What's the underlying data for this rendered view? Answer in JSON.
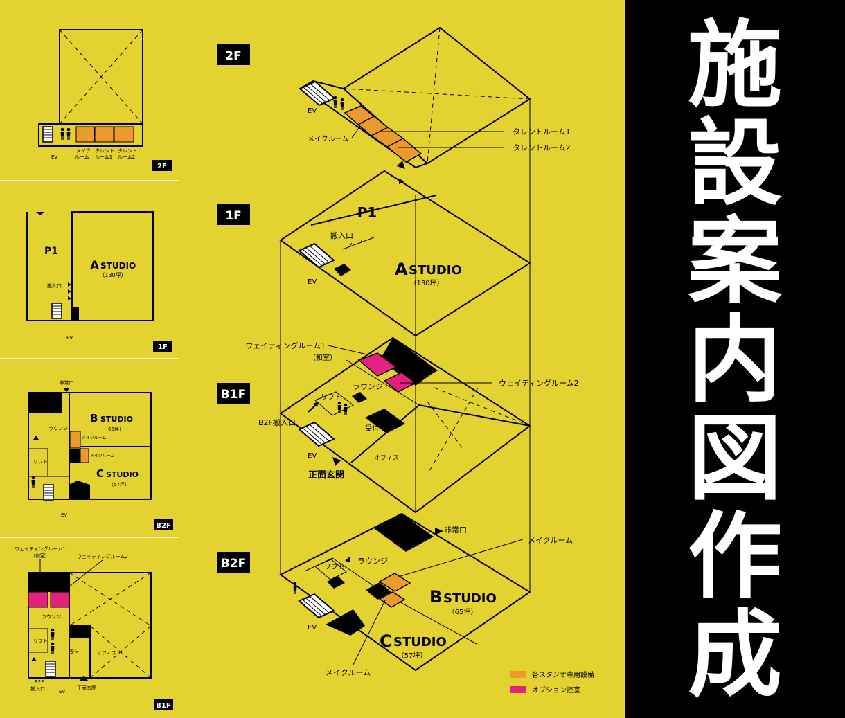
{
  "colors": {
    "background": "#e3d22f",
    "studio_facility": "#ec9a2b",
    "option_room": "#e5217f",
    "ink": "#000000"
  },
  "title": [
    "施",
    "設",
    "案",
    "内",
    "図",
    "作",
    "成"
  ],
  "floor_tags": {
    "f2": "2F",
    "f1": "1F",
    "b1": "B1F",
    "b2": "B2F"
  },
  "plan_2f": {
    "ev": "EV",
    "make_a": "メイク",
    "make_b": "ルーム",
    "talent1_a": "タレント",
    "talent1_b": "ルーム1",
    "talent2_a": "タレント",
    "talent2_b": "ルーム2"
  },
  "plan_1f": {
    "p1": "P1",
    "studio_a": "A",
    "studio_word": "STUDIO",
    "size_a": "（130坪）",
    "loading": "搬入口",
    "ev": "EV"
  },
  "plan_b2": {
    "emergency": "非常口",
    "lounge": "ラウンジ",
    "studio_b": "B",
    "studio_c": "C",
    "studio_word": "STUDIO",
    "size_b": "（65坪）",
    "size_c": "（57坪）",
    "make1": "メイクルーム",
    "make2": "メイクルーム",
    "lift": "リフト",
    "ev": "EV"
  },
  "plan_b1": {
    "waiting1": "ウェイティングルーム1",
    "waiting1_jp": "（和室）",
    "waiting2": "ウェイティングルーム2",
    "lounge": "ラウンジ",
    "lift": "リフト",
    "reception": "受付",
    "office": "オフィス",
    "loading_a": "B2F",
    "loading_b": "搬入口",
    "front": "正面玄関",
    "ev": "EV"
  },
  "iso_2f": {
    "ev": "EV",
    "make": "メイクルーム",
    "talent1": "タレントルーム1",
    "talent2": "タレントルーム2"
  },
  "iso_1f": {
    "p1": "P1",
    "loading": "搬入口",
    "studio_a": "A",
    "studio_word": "STUDIO",
    "size_a": "（130坪）",
    "ev": "EV"
  },
  "iso_b1": {
    "waiting1": "ウェイティングルーム1",
    "waiting1_jp": "（和室）",
    "lounge": "ラウンジ",
    "waiting2": "ウェイティングルーム2",
    "lift": "リフト",
    "loading": "B2F搬入口",
    "reception": "受付",
    "office": "オフィス",
    "ev": "EV",
    "front": "正面玄関"
  },
  "iso_b2": {
    "emergency": "非常口",
    "make_top": "メイクルーム",
    "lift": "リフト",
    "lounge": "ラウンジ",
    "studio_b": "B",
    "studio_c": "C",
    "studio_word": "STUDIO",
    "size_b": "（65坪）",
    "size_c": "（57坪）",
    "ev": "EV",
    "make_bottom": "メイクルーム"
  },
  "legend": {
    "studio_facility": "各スタジオ専用設備",
    "option_room": "オプション控室"
  },
  "icons": {
    "toilet": "toilet-icon",
    "stairs": "stairs-icon",
    "entry": "entry-arrow-icon"
  }
}
